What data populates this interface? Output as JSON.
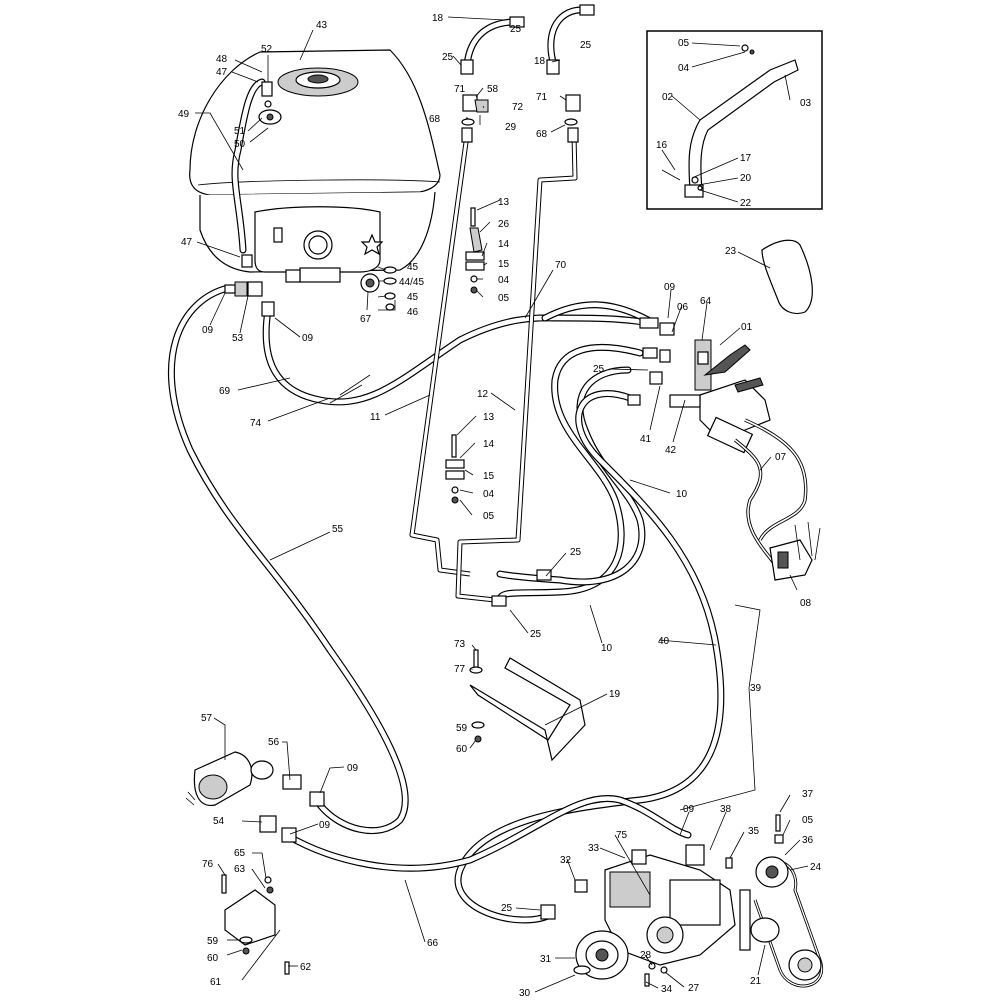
{
  "labels": {
    "l43": "43",
    "l52": "52",
    "l48": "48",
    "l47a": "47",
    "l49": "49",
    "l51": "51",
    "l50": "50",
    "l47b": "47",
    "l09a": "09",
    "l53": "53",
    "l09b": "09",
    "l67": "67",
    "l45a": "45",
    "l4445": "44/45",
    "l45b": "45",
    "l46": "46",
    "l18a": "18",
    "l25a": "25",
    "l71a": "71",
    "l58": "58",
    "l72": "72",
    "l68a": "68",
    "l29": "29",
    "l18b": "18",
    "l25b": "25",
    "l25c": "25",
    "l71b": "71",
    "l68b": "68",
    "l13a": "13",
    "l26": "26",
    "l14a": "14",
    "l15a": "15",
    "l04a": "04",
    "l05a": "05",
    "l70": "70",
    "l69": "69",
    "l74": "74",
    "l11": "11",
    "l12": "12",
    "l13b": "13",
    "l14b": "14",
    "l15b": "15",
    "l04b": "04",
    "l05b": "05",
    "l55": "55",
    "l25d": "25",
    "l25e": "25",
    "l10a": "10",
    "l10b": "10",
    "l09c": "09",
    "l06": "06",
    "l64": "64",
    "l01": "01",
    "l25f": "25",
    "l41": "41",
    "l42": "42",
    "l07": "07",
    "l08": "08",
    "l23": "23",
    "l05c": "05",
    "l04c": "04",
    "l02": "02",
    "l03": "03",
    "l16": "16",
    "l17": "17",
    "l20": "20",
    "l22": "22",
    "l73": "73",
    "l77": "77",
    "l19": "19",
    "l59a": "59",
    "l60a": "60",
    "l40": "40",
    "l39": "39",
    "l57": "57",
    "l56": "56",
    "l09d": "09",
    "l54": "54",
    "l09e": "09",
    "l65": "65",
    "l63": "63",
    "l76": "76",
    "l59b": "59",
    "l60b": "60",
    "l61": "61",
    "l62": "62",
    "l66": "66",
    "l09f": "09",
    "l38": "38",
    "l35": "35",
    "l37": "37",
    "l05d": "05",
    "l36": "36",
    "l24": "24",
    "l33": "33",
    "l75": "75",
    "l32": "32",
    "l25g": "25",
    "l31": "31",
    "l28": "28",
    "l34": "34",
    "l27": "27",
    "l30": "30",
    "l21": "21"
  }
}
